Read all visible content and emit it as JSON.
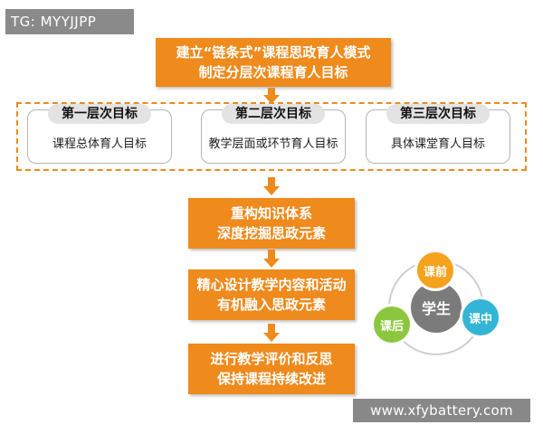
{
  "tag": "TG: MYYJJPP",
  "top_box": {
    "line1": "建立“链条式”课程思政育人模式",
    "line2": "制定分层次课程育人目标"
  },
  "levels": [
    {
      "title": "第一层次目标",
      "text": "课程总体育人目标"
    },
    {
      "title": "第二层次目标",
      "text": "教学层面或环节育人目标"
    },
    {
      "title": "第三层次目标",
      "text": "具体课堂育人目标"
    }
  ],
  "steps": [
    {
      "line1": "重构知识体系",
      "line2": "深度挖掘思政元素"
    },
    {
      "line1": "精心设计教学内容和活动",
      "line2": "有机融入思政元素"
    },
    {
      "line1": "进行教学评价和反思",
      "line2": "保持课程持续改进"
    }
  ],
  "cycle": {
    "center": "学生",
    "pre": "课前",
    "mid": "课中",
    "post": "课后"
  },
  "watermark": "www.xfybattery.com",
  "colors": {
    "orange": "#ef8a1c",
    "gray": "#7b7b7b",
    "yellow": "#f5a21c",
    "green": "#8cc63f",
    "blue": "#33b5d6"
  }
}
